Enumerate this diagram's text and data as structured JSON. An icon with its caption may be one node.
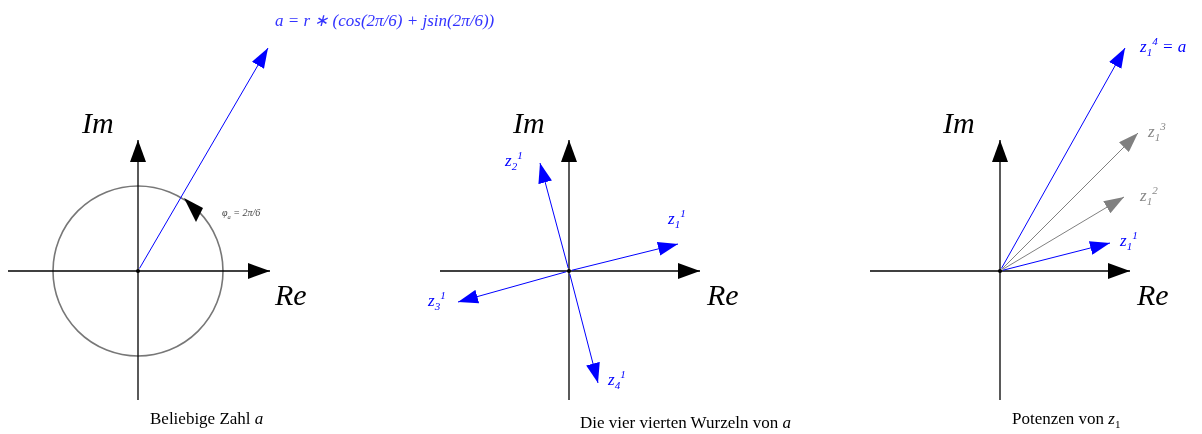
{
  "diagram": {
    "nodes": [
      {
        "text": [
          "a = r ∗ (cos(2π/6) + jsin(2π/6))"
        ]
      },
      {
        "text": [
          "z$_{2}$$^{1}$"
        ]
      },
      {
        "text": [
          "z$_{1}$$^{1}$"
        ]
      },
      {
        "text": [
          "z$_{3}$$^{1}$"
        ]
      },
      {
        "text": [
          "z$_{4}$$^{1}$"
        ]
      },
      {
        "text": [
          "z$_{1}$$^{4}$ = a"
        ]
      },
      {
        "text": [
          "z$_{1}$$^{3}$"
        ]
      },
      {
        "text": [
          "z$_{1}$$^{2}$"
        ]
      },
      {
        "text": [
          "z$_{1}$$^{1}$"
        ]
      },
      {
        "text": [],
        "shape": "point"
      },
      {
        "text": [],
        "shape": "point"
      },
      {
        "text": [],
        "shape": "point"
      }
    ],
    "edges": [
      {
        "from": 9,
        "to": 0,
        "arrow": "to"
      },
      {
        "from": 10,
        "to": 1,
        "arrow": "to"
      },
      {
        "from": 10,
        "to": 2,
        "arrow": "to"
      },
      {
        "from": 10,
        "to": 3,
        "arrow": "to"
      },
      {
        "from": 10,
        "to": 4,
        "arrow": "to"
      },
      {
        "from": 11,
        "to": 5,
        "arrow": "to"
      },
      {
        "from": 11,
        "to": 6,
        "arrow": "to",
        "color": "#808080"
      },
      {
        "from": 11,
        "to": 7,
        "arrow": "to",
        "color": "#808080"
      },
      {
        "from": 11,
        "to": 8,
        "arrow": "to"
      }
    ],
    "labels": [
      "Im",
      "φ$_{a}$ = 2π/6",
      "Re",
      "Im",
      "Re",
      "Im",
      "Re",
      "Beliebige Zahl *a*",
      "Die vier vierten Wurzeln von *a*",
      "Potenzen von *z*$_{1}$"
    ]
  }
}
